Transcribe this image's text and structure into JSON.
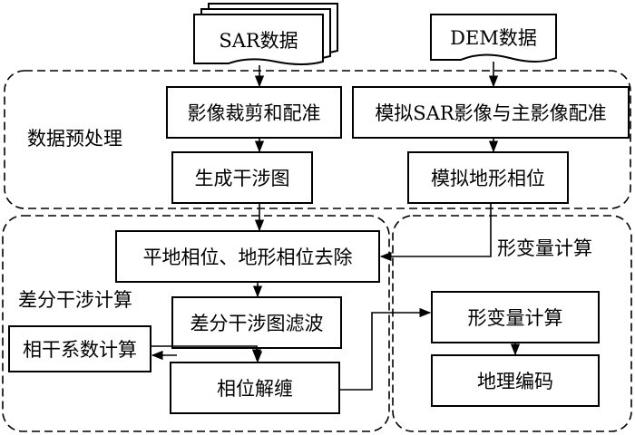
{
  "inputs": {
    "sar": "SAR数据",
    "dem": "DEM数据"
  },
  "groups": {
    "preprocessing": "数据预处理",
    "differential": "差分干涉计算",
    "deformation": "形变量计算"
  },
  "nodes": {
    "crop_register": "影像裁剪和配准",
    "sim_register": "模拟SAR影像与主影像配准",
    "gen_interferogram": "生成干涉图",
    "sim_phase": "模拟地形相位",
    "remove_phase": "平地相位、地形相位去除",
    "diff_filter": "差分干涉图滤波",
    "coherence": "相干系数计算",
    "unwrap": "相位解缠",
    "deform_calc": "形变量计算",
    "geocode": "地理编码"
  }
}
